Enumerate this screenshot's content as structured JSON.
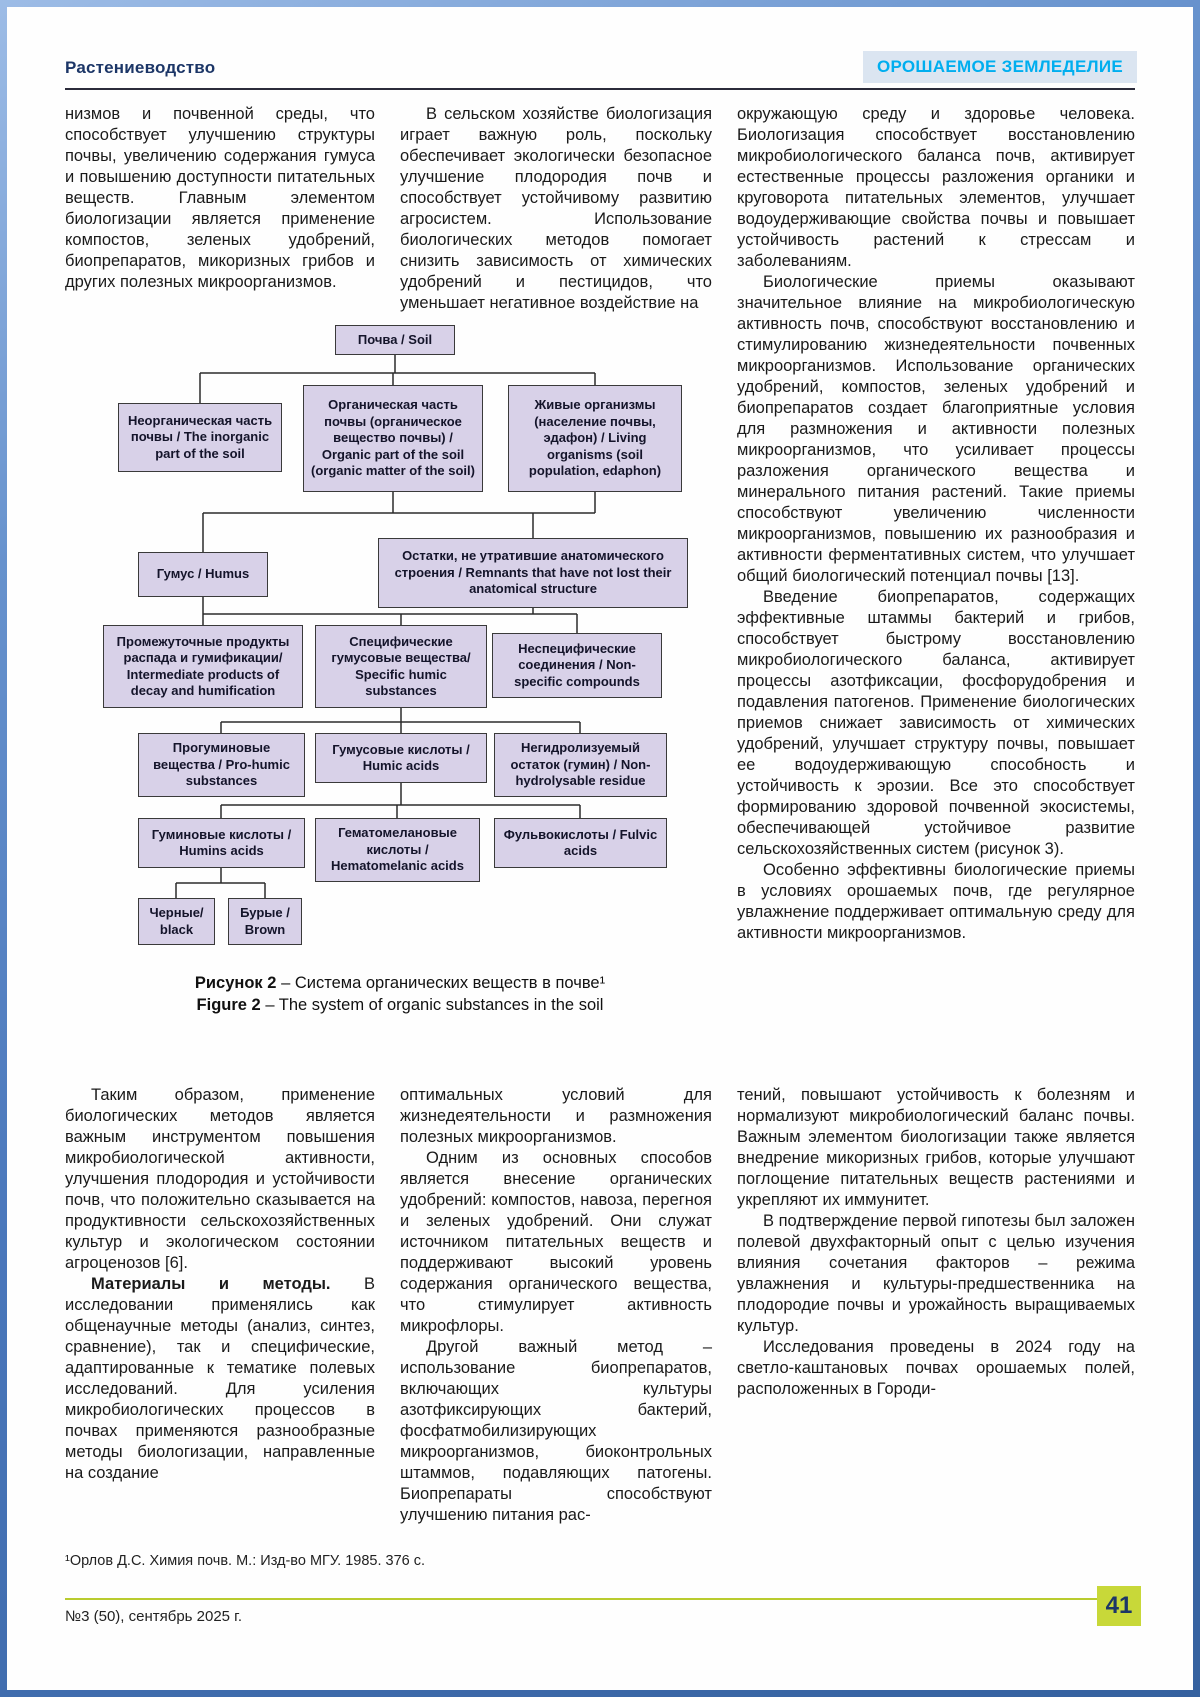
{
  "header": {
    "section": "Растениеводство",
    "journal": "ОРОШАЕМОЕ ЗЕМЛЕДЕЛИЕ"
  },
  "top": {
    "col1": {
      "p1": "низмов и почвенной среды, что способствует улучшению структуры почвы, увеличению содержания гумуса и повышению доступности питательных веществ. Главным элементом биологизации является применение компостов, зеленых удобрений, биопрепаратов, микоризных грибов и других полезных микроорганизмов."
    },
    "col2": {
      "p1": "В сельском хозяйстве биологизация играет важную роль, поскольку обеспечивает экологически безопасное улучшение плодородия почв и способствует устойчивому развитию агросистем. Использование биологических методов помогает снизить зависимость от химических удобрений и пестицидов, что уменьшает негативное воздействие на"
    },
    "col3": {
      "p1": "окружающую среду и здоровье человека. Биологизация способствует восстановлению микробиологического баланса почв, активирует естественные процессы разложения органики и круговорота питательных элементов, улучшает водоудерживающие свойства почвы и повышает устойчивость растений к стрессам и заболеваниям.",
      "p2": "Биологические приемы оказывают значительное влияние на микробиологическую активность почв, способствуют восстановлению и стимулированию жизнедеятельности почвенных микроорганизмов. Использование органических удобрений, компостов, зеленых удобрений и биопрепаратов создает благоприятные условия для размножения и активности полезных микроорганизмов, что усиливает процессы разложения органического вещества и минерального питания растений. Такие приемы способствуют увеличению численности микроорганизмов, повышению их разнообразия и активности ферментативных систем, что улучшает общий биологический потенциал почвы [13].",
      "p3": "Введение биопрепаратов, содержащих эффективные штаммы бактерий и грибов, способствует быстрому восстановлению микробиологического баланса, активирует процессы азотфиксации, фосфорудобрения и подавления патогенов. Применение биологических приемов снижает зависимость от химических удобрений, улучшает структуру почвы, повышает ее водоудерживающую способность и устойчивость к эрозии. Все это способствует формированию здоровой почвенной экосистемы, обеспечивающей устойчивое развитие сельскохозяйственных систем (рисунок 3).",
      "p4": "Особенно эффективны биологические приемы в условиях орошаемых почв, где регулярное увлажнение поддерживает оптимальную среду для активности микроорганизмов."
    }
  },
  "figure": {
    "nodes": {
      "soil": "Почва / Soil",
      "inorganic": "Неорганическая часть почвы / The inorganic part of the soil",
      "organic": "Органическая часть почвы (органическое вещество почвы) / Organic part of the soil (organic matter of the soil)",
      "living": "Живые организмы (население почвы, эдафон) / Living organisms (soil population, edaphon)",
      "humus": "Гумус / Humus",
      "remnants": "Остатки, не утратившие анатомического строения / Remnants that have not lost their anatomical structure",
      "intermediate": "Промежуточные продукты распада и гумификации/ Intermediate products of decay and humification",
      "specific": "Специфические гумусовые вещества/ Specific humic substances",
      "nonspecific": "Неспецифические соединения / Non-specific compounds",
      "prohumic": "Прогуминовые вещества / Pro-humic substances",
      "humic_acids": "Гумусовые кислоты / Humic acids",
      "residue": "Негидролизуемый остаток (гумин) / Non-hydrolysable residue",
      "humins": "Гуминовые кислоты / Humins acids",
      "hematomelanic": "Гематомелановые кислоты / Hematomelanic acids",
      "fulvic": "Фульвокислоты / Fulvic acids",
      "black": "Черные/ black",
      "brown": "Бурые / Brown"
    },
    "caption": {
      "ru_label": "Рисунок 2",
      "ru_text": "– Система органических веществ в почве¹",
      "en_label": "Figure 2",
      "en_text": "– The system of organic substances in the soil"
    }
  },
  "bottom": {
    "col1": {
      "p1": "Таким образом, применение биологических методов является важным инструментом повышения микробиологической активности, улучшения плодородия и устойчивости почв, что положительно сказывается на продуктивности сельскохозяйственных культур и экологическом состоянии агроценозов [6].",
      "p2_lead": "Материалы и методы.",
      "p2_rest": "В исследовании применялись как общенаучные методы (анализ, синтез, сравнение), так и специфические, адаптированные к тематике полевых исследований. Для усиления микробиологических процессов в почвах применяются разнообразные методы биологизации, направленные на создание"
    },
    "col2": {
      "p1": "оптимальных условий для жизнедеятельности и размножения полезных микроорганизмов.",
      "p2": "Одним из основных способов является внесение органических удобрений: компостов, навоза, перегноя и зеленых удобрений. Они служат источником питательных веществ и поддерживают высокий уровень содержания органического вещества, что стимулирует активность микрофлоры.",
      "p3": "Другой важный метод – использование биопрепаратов, включающих культуры азотфиксирующих бактерий, фосфатмобилизирующих микроорганизмов, биоконтрольных штаммов, подавляющих патогены. Биопрепараты способствуют улучшению питания рас-"
    },
    "col3": {
      "p1": "тений, повышают устойчивость к болезням и нормализуют микробиологический баланс почвы. Важным элементом биологизации также является внедрение микоризных грибов, которые улучшают поглощение питательных веществ растениями и укрепляют их иммунитет.",
      "p2": "В подтверждение первой гипотезы был заложен полевой двухфакторный опыт с целью изучения влияния сочетания факторов – режима увлажнения и культуры-предшественника на плодородие почвы и урожайность выращиваемых культур.",
      "p3": "Исследования проведены в 2024 году на светло-каштановых почвах орошаемых полей, расположенных в Городи-"
    }
  },
  "footnote": "¹Орлов Д.С. Химия почв. М.: Изд-во МГУ. 1985. 376 с.",
  "footer": {
    "issue": "№3 (50), сентябрь 2025 г.",
    "page_number": "41"
  },
  "colors": {
    "frame_blue": "#4a77bb",
    "node_fill": "#d8d1e8",
    "journal_cyan": "#00aeef",
    "badge_green": "#c8d839"
  }
}
